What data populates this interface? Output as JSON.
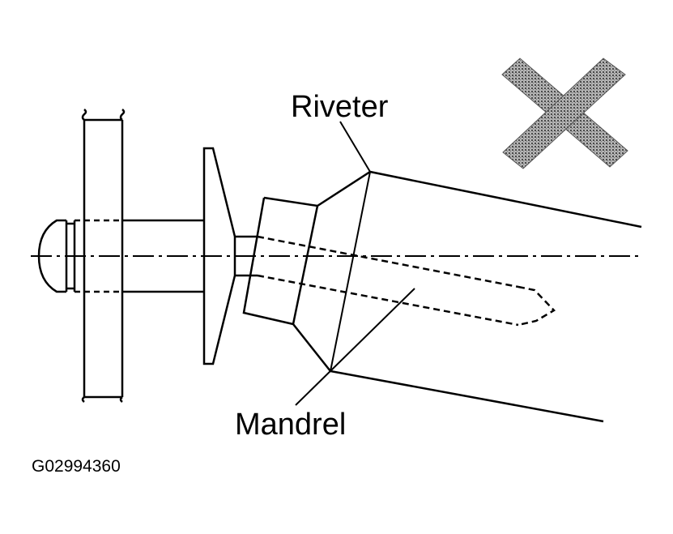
{
  "labels": {
    "riveter": "Riveter",
    "mandrel": "Mandrel",
    "figure_code": "G02994360"
  },
  "icons": {
    "incorrect_mark": "x-mark-icon"
  },
  "colors": {
    "line": "#000000",
    "background": "#ffffff",
    "x_mark": "#8a8a8a"
  }
}
